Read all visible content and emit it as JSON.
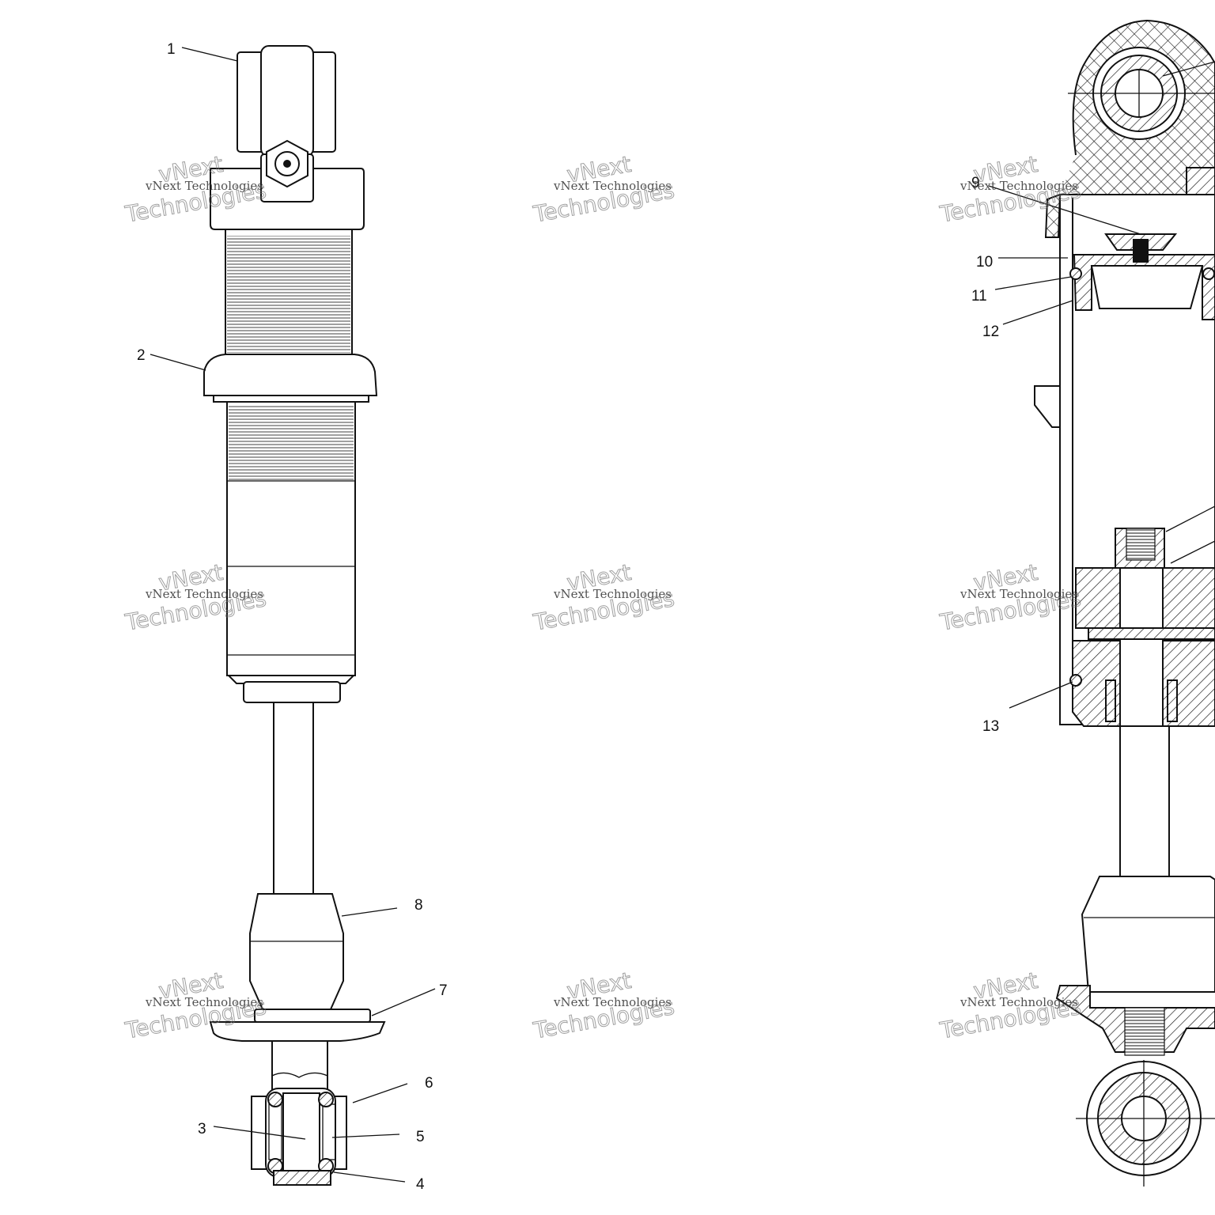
{
  "callouts": [
    {
      "id": "1",
      "text": "1"
    },
    {
      "id": "2",
      "text": "2"
    },
    {
      "id": "3",
      "text": "3"
    },
    {
      "id": "4",
      "text": "4"
    },
    {
      "id": "5",
      "text": "5"
    },
    {
      "id": "6",
      "text": "6"
    },
    {
      "id": "7",
      "text": "7"
    },
    {
      "id": "8",
      "text": "8"
    },
    {
      "id": "9",
      "text": "9"
    },
    {
      "id": "10",
      "text": "10"
    },
    {
      "id": "11",
      "text": "11"
    },
    {
      "id": "12",
      "text": "12"
    },
    {
      "id": "13",
      "text": "13"
    }
  ],
  "watermark": {
    "line_small": "vNext Technologies",
    "line_big_top": "vNext",
    "line_big_bottom": "Technologies"
  }
}
